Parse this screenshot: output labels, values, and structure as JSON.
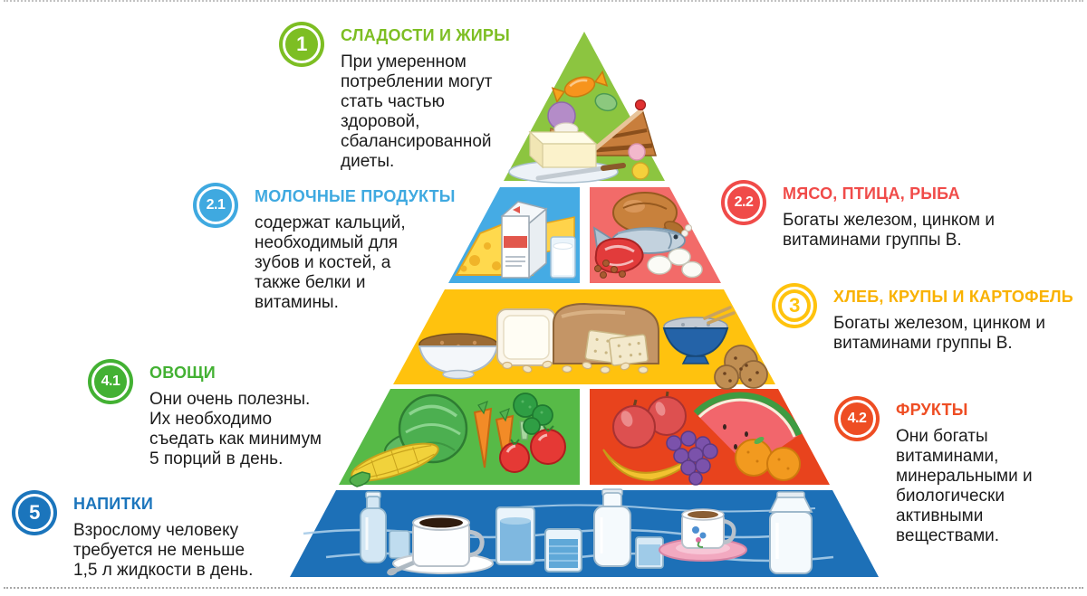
{
  "sections": [
    {
      "key": "sweets",
      "badge": "1",
      "title": "СЛАДОСТИ И ЖИРЫ",
      "body": "При умеренном\nпотреблении могут\nстать частью\nздоровой,\nсбалансированной\nдиеты.",
      "title_color": "#7DBE23",
      "badge_color": "#7DBE23",
      "band_color": "#8CC540",
      "foods": [
        "candy",
        "ice-cream-cone",
        "cake-slice",
        "butter-on-plate",
        "sweets"
      ]
    },
    {
      "key": "dairy",
      "badge": "2.1",
      "title": "МОЛОЧНЫЕ ПРОДУКТЫ",
      "body": "содержат кальций,\nнеобходимый для\nзубов и костей, а\nтакже белки и\nвитамины.",
      "title_color": "#3FA9E0",
      "badge_color": "#3FA9E0",
      "band_color": "#45ABE4",
      "foods": [
        "cheese-wedge",
        "milk-carton",
        "glass-of-milk"
      ]
    },
    {
      "key": "meat",
      "badge": "2.2",
      "title": "МЯСО, ПТИЦА, РЫБА",
      "body": "Богаты железом, цинком и\nвитаминами группы В.",
      "title_color": "#F04B49",
      "badge_color": "#F04B49",
      "band_color": "#F26B69",
      "foods": [
        "roast-chicken",
        "fish",
        "steak",
        "eggs",
        "beans"
      ]
    },
    {
      "key": "bread",
      "badge": "3",
      "title": "ХЛЕБ, КРУПЫ И КАРТОФЕЛЬ",
      "body": "Богаты железом, цинком и\nвитаминами группы В.",
      "title_color": "#F9B200",
      "badge_color": "#FFC30E",
      "band_color": "#FFC20E",
      "foods": [
        "cereal-bowl",
        "bread-slice",
        "bread-loaf",
        "crackers",
        "grain-bowl",
        "potatoes"
      ]
    },
    {
      "key": "vegetables",
      "badge": "4.1",
      "title": "ОВОЩИ",
      "body": "Они очень полезны.\nИх необходимо\nсъедать как минимум\n5 порций в день.",
      "title_color": "#43B133",
      "badge_color": "#43B133",
      "band_color": "#57BA47",
      "foods": [
        "cabbage",
        "corn",
        "carrots",
        "broccoli",
        "tomatoes"
      ]
    },
    {
      "key": "fruits",
      "badge": "4.2",
      "title": "ФРУКТЫ",
      "body": "Они богаты\nвитаминами,\nминеральными и\nбиологически\nактивными\nвеществами.",
      "title_color": "#EE4D23",
      "badge_color": "#EE4D23",
      "band_color": "#E8431D",
      "foods": [
        "watermelon-slice",
        "apples",
        "grapes",
        "banana",
        "oranges"
      ]
    },
    {
      "key": "drinks",
      "badge": "5",
      "title": "НАПИТКИ",
      "body": "Взрослому человеку\nтребуется не меньше\n1,5 л жидкости в день.",
      "title_color": "#1B75BC",
      "badge_color": "#1B75BC",
      "band_color": "#1D70B7",
      "foods": [
        "water-bottle",
        "coffee-cup",
        "glasses-of-water",
        "milk-bottle",
        "teacup"
      ]
    }
  ]
}
